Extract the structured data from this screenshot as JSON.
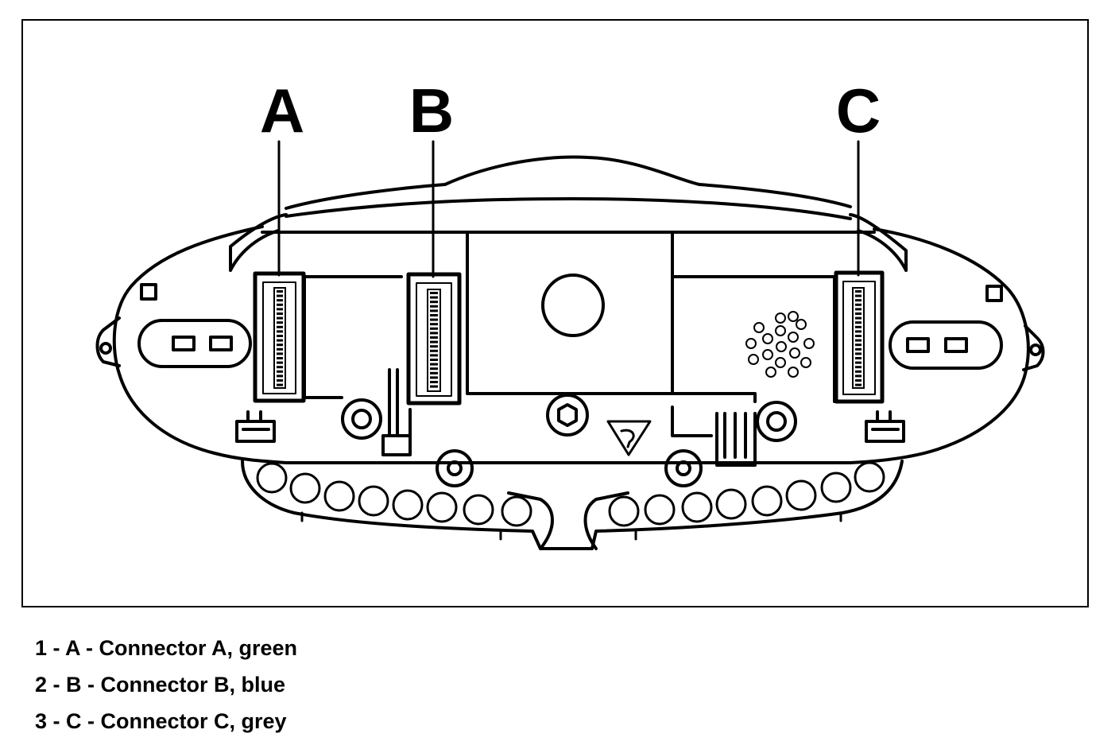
{
  "callouts": {
    "a": "A",
    "b": "B",
    "c": "C"
  },
  "legend": [
    "1 - A - Connector A, green",
    "2 - B - Connector B, blue",
    "3 - C - Connector C, grey"
  ]
}
